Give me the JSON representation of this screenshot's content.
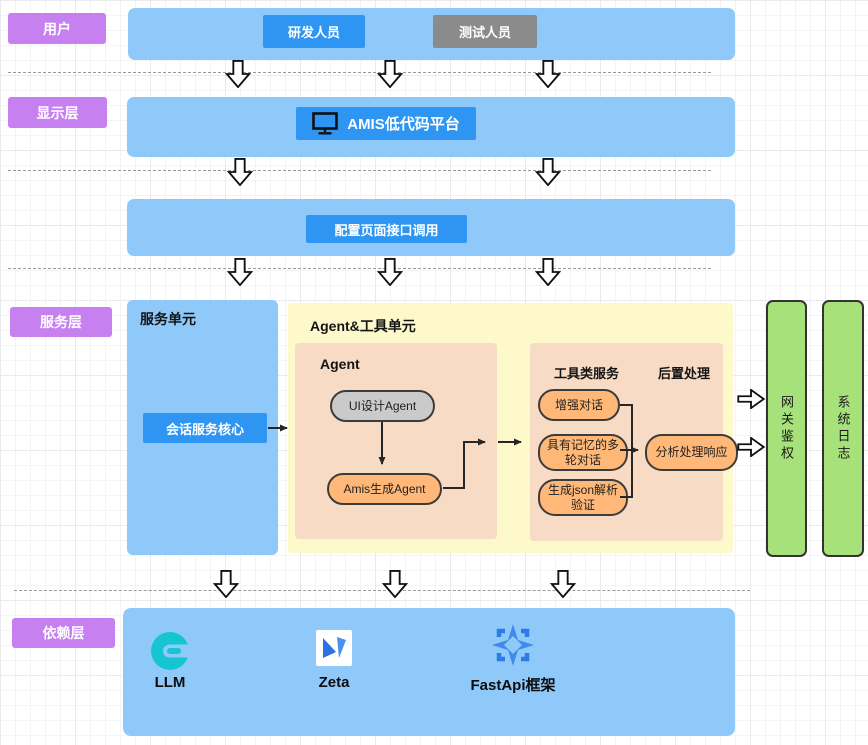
{
  "layers": {
    "user": "用户",
    "display": "显示层",
    "service": "服务层",
    "dependency": "依赖层"
  },
  "user_row": {
    "dev": "研发人员",
    "test": "测试人员"
  },
  "display_row": {
    "platform": "AMIS低代码平台"
  },
  "config_row": {
    "config": "配置页面接口调用"
  },
  "service_row": {
    "unit_title": "服务单元",
    "session_core": "会话服务核心",
    "agent_unit_title": "Agent&工具单元",
    "agent_title": "Agent",
    "ui_design_agent": "UI设计Agent",
    "amis_gen_agent": "Amis生成Agent",
    "tools_title": "工具类服务",
    "post_title": "后置处理",
    "enhance_dialog": "增强对话",
    "memory_dialog": "具有记忆的多轮对话",
    "json_parse": "生成json解析验证",
    "analyze_response": "分析处理响应",
    "gateway": "网关鉴权",
    "syslog": "系统日志"
  },
  "dependency_row": {
    "llm": "LLM",
    "zeta": "Zeta",
    "fastapi": "FastApi框架"
  },
  "icons": {
    "platform": "monitor-icon",
    "llm": "llm-logo-icon",
    "zeta": "zeta-logo-icon",
    "fastapi": "fastapi-logo-icon",
    "flow_down": "hollow-down-arrow-icon",
    "flow_right": "hollow-right-arrow-icon"
  },
  "colors": {
    "bar_blue": "#8ec9f9",
    "accent_blue": "#2e96f2",
    "gray_button": "#8b8b8b",
    "purple_label": "#c680f0",
    "panel_yellow": "#fdf9cb",
    "panel_orange": "#f8dbc4",
    "pill_orange": "#ffb878",
    "pill_gray": "#cacaca",
    "green_panel": "#a7e17a",
    "llm_teal": "#16c5d2",
    "zeta_blue": "#2e6fe3",
    "fastapi_blue": "#2e7be8"
  }
}
